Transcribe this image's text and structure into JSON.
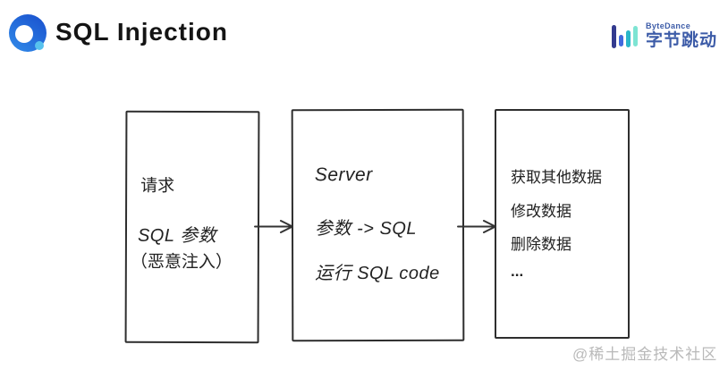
{
  "header": {
    "title": "SQL Injection",
    "logo": {
      "icon": "qq-browser-logo-icon",
      "ring_color_start": "#1b55d0",
      "ring_color_end": "#2f86e6",
      "dot_color": "#57c2ee"
    },
    "brand": {
      "name_en": "ByteDance",
      "name_zh": "字节跳动",
      "icon": "bytedance-bars-icon",
      "text_color": "#3d5ca8",
      "bar_colors": [
        "#333b8f",
        "#4169dd",
        "#2ab6c9",
        "#7de4d3"
      ]
    }
  },
  "diagram": {
    "boxes": [
      {
        "id": "request-box",
        "lines": [
          "请求",
          "SQL 参数",
          "（恶意注入）"
        ]
      },
      {
        "id": "server-box",
        "lines": [
          "Server",
          "参数 -> SQL",
          "运行 SQL code"
        ]
      },
      {
        "id": "impact-box",
        "lines": [
          "获取其他数据",
          "修改数据",
          "删除数据",
          "..."
        ]
      }
    ],
    "arrow_color": "#333333",
    "border_color": "#2e2e2e"
  },
  "watermark": {
    "text": "@稀土掘金技术社区",
    "color": "#b9b9b9"
  }
}
